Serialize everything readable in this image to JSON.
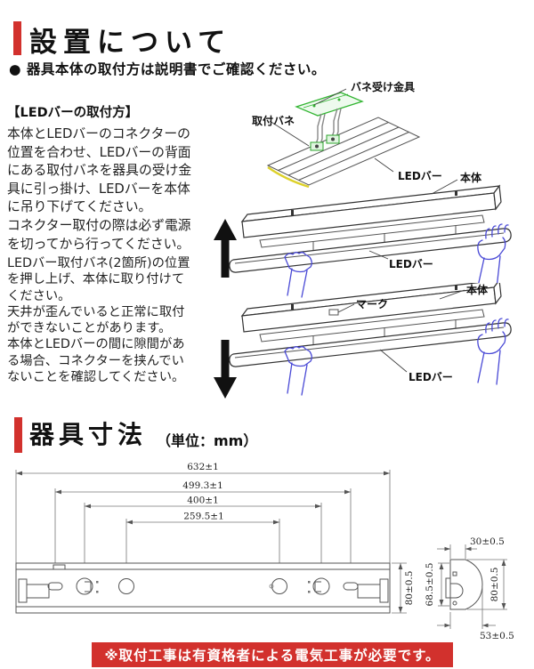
{
  "page": {
    "accent_red": "#d2312d",
    "bracket_green": "#33b533",
    "diffuser_yellow": "#ddd12a",
    "hand_blue": "#4a4ad6"
  },
  "section1": {
    "title": "設置について",
    "bullet": "● 器具本体の取付方は説明書でご確認ください。",
    "subheading": "【LEDバーの取付方】",
    "para1": "本体とLEDバーのコネクターの\n位置を合わせ、LEDバーの背面\nにある取付バネを器具の受け金\n具に引っ掛け、LEDバーを本体\nに吊り下げてください。\nコネクター取付の際は必ず電源\nを切ってから行ってください。",
    "para2": "LEDバー取付バネ(2箇所)の位置\nを押し上げ、本体に取り付けて\nください。\n天井が歪んでいると正常に取付\nができないことがあります。\n本体とLEDバーの間に隙間があ\nる場合、コネクターを挟んでい\nないことを確認してください。"
  },
  "diagram_labels": {
    "spring_bracket": "バネ受け金具",
    "mounting_spring": "取付バネ",
    "led_bar": "LEDバー",
    "body": "本体",
    "mark": "マーク"
  },
  "section2": {
    "title": "器具寸法",
    "unit": "（単位：mm）"
  },
  "dimensions": {
    "length_overall": "632±1",
    "length_slots": "499.3±1",
    "length_keyholes": "400±1",
    "length_holes": "259.5±1",
    "height_front": "80±0.5",
    "side_top_width": "30±0.5",
    "side_flat_height": "68.5±0.5",
    "side_height": "80±0.5",
    "side_width": "53±0.5"
  },
  "footer": {
    "notice": "※取付工事は有資格者による電気工事が必要です。"
  }
}
